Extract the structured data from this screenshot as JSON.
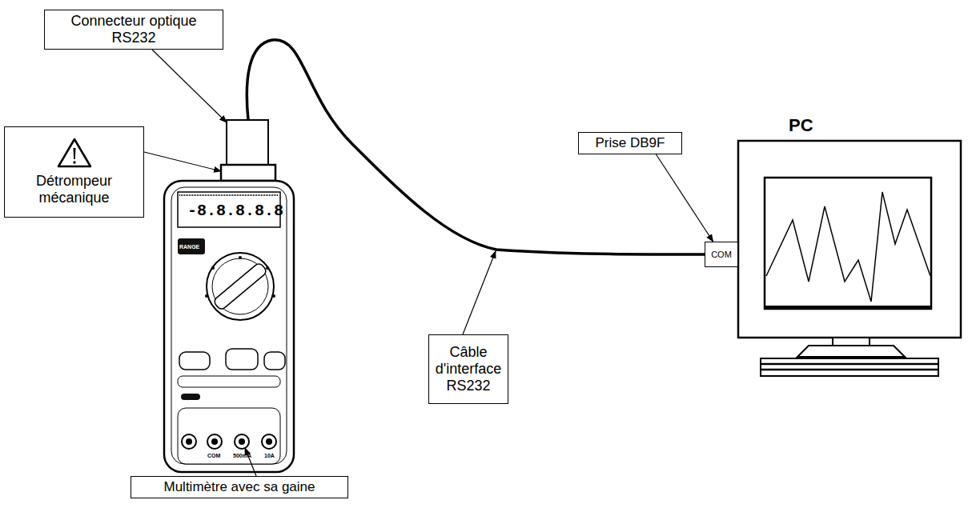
{
  "diagram": {
    "nodes": [
      {
        "text": [
          "Connecteur optique RS232"
        ]
      },
      {
        "text": [
          "Détrompeur mécanique"
        ]
      },
      {
        "text": [
          "Prise DB9F"
        ]
      },
      {
        "text": [
          "COM"
        ]
      },
      {
        "text": [
          "Câble d'interface RS232"
        ]
      },
      {
        "text": [
          "Multimètre avec sa gaine"
        ]
      }
    ],
    "edges": [
      {
        "from": 2,
        "to": 3,
        "arrow": "to"
      }
    ],
    "labels": [
      "PC",
      "-8.8.8.8.8",
      "RANGE",
      "COM",
      "500mA",
      "10A"
    ]
  }
}
